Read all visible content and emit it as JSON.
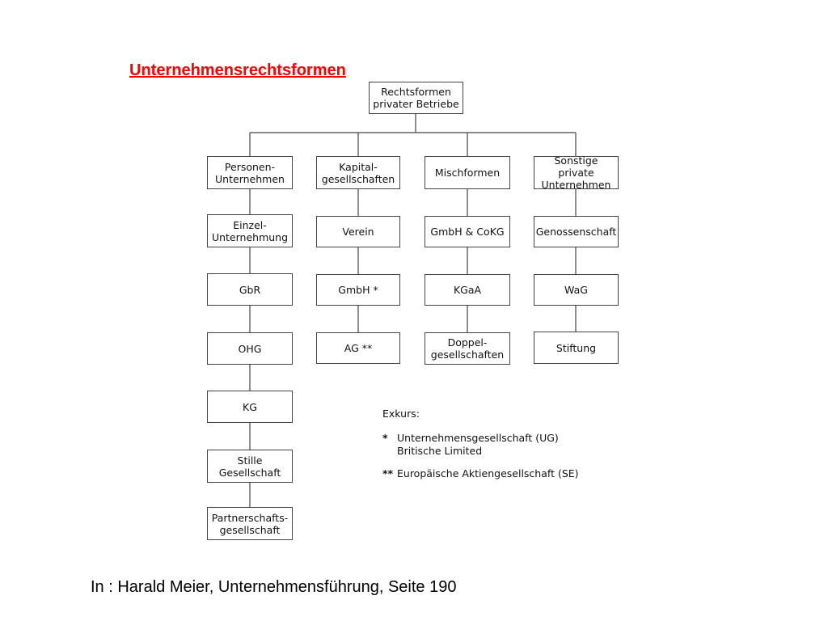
{
  "title": "Unternehmensrechtsformen",
  "root": "Rechtsformen\nprivater Betriebe",
  "columns": [
    {
      "header": "Personen-\nUnternehmen",
      "items": [
        "Einzel-\nUnternehmung",
        "GbR",
        "OHG",
        "KG",
        "Stille\nGesellschaft",
        "Partnerschafts-\ngesellschaft"
      ]
    },
    {
      "header": "Kapital-\ngesellschaften",
      "items": [
        "Verein",
        "GmbH *",
        "AG **"
      ]
    },
    {
      "header": "Mischformen",
      "items": [
        "GmbH & CoKG",
        "KGaA",
        "Doppel-\ngesellschaften"
      ]
    },
    {
      "header": "Sonstige private\nUnternehmen",
      "items": [
        "Genossenschaft",
        "WaG",
        "Stiftung"
      ]
    }
  ],
  "exkurs": {
    "heading": "Exkurs:",
    "notes": [
      {
        "mark": "*",
        "text": "Unternehmensgesellschaft (UG)\nBritische Limited"
      },
      {
        "mark": "**",
        "text": "Europäische Aktiengesellschaft (SE)"
      }
    ]
  },
  "source": "In : Harald Meier, Unternehmensführung, Seite 190"
}
